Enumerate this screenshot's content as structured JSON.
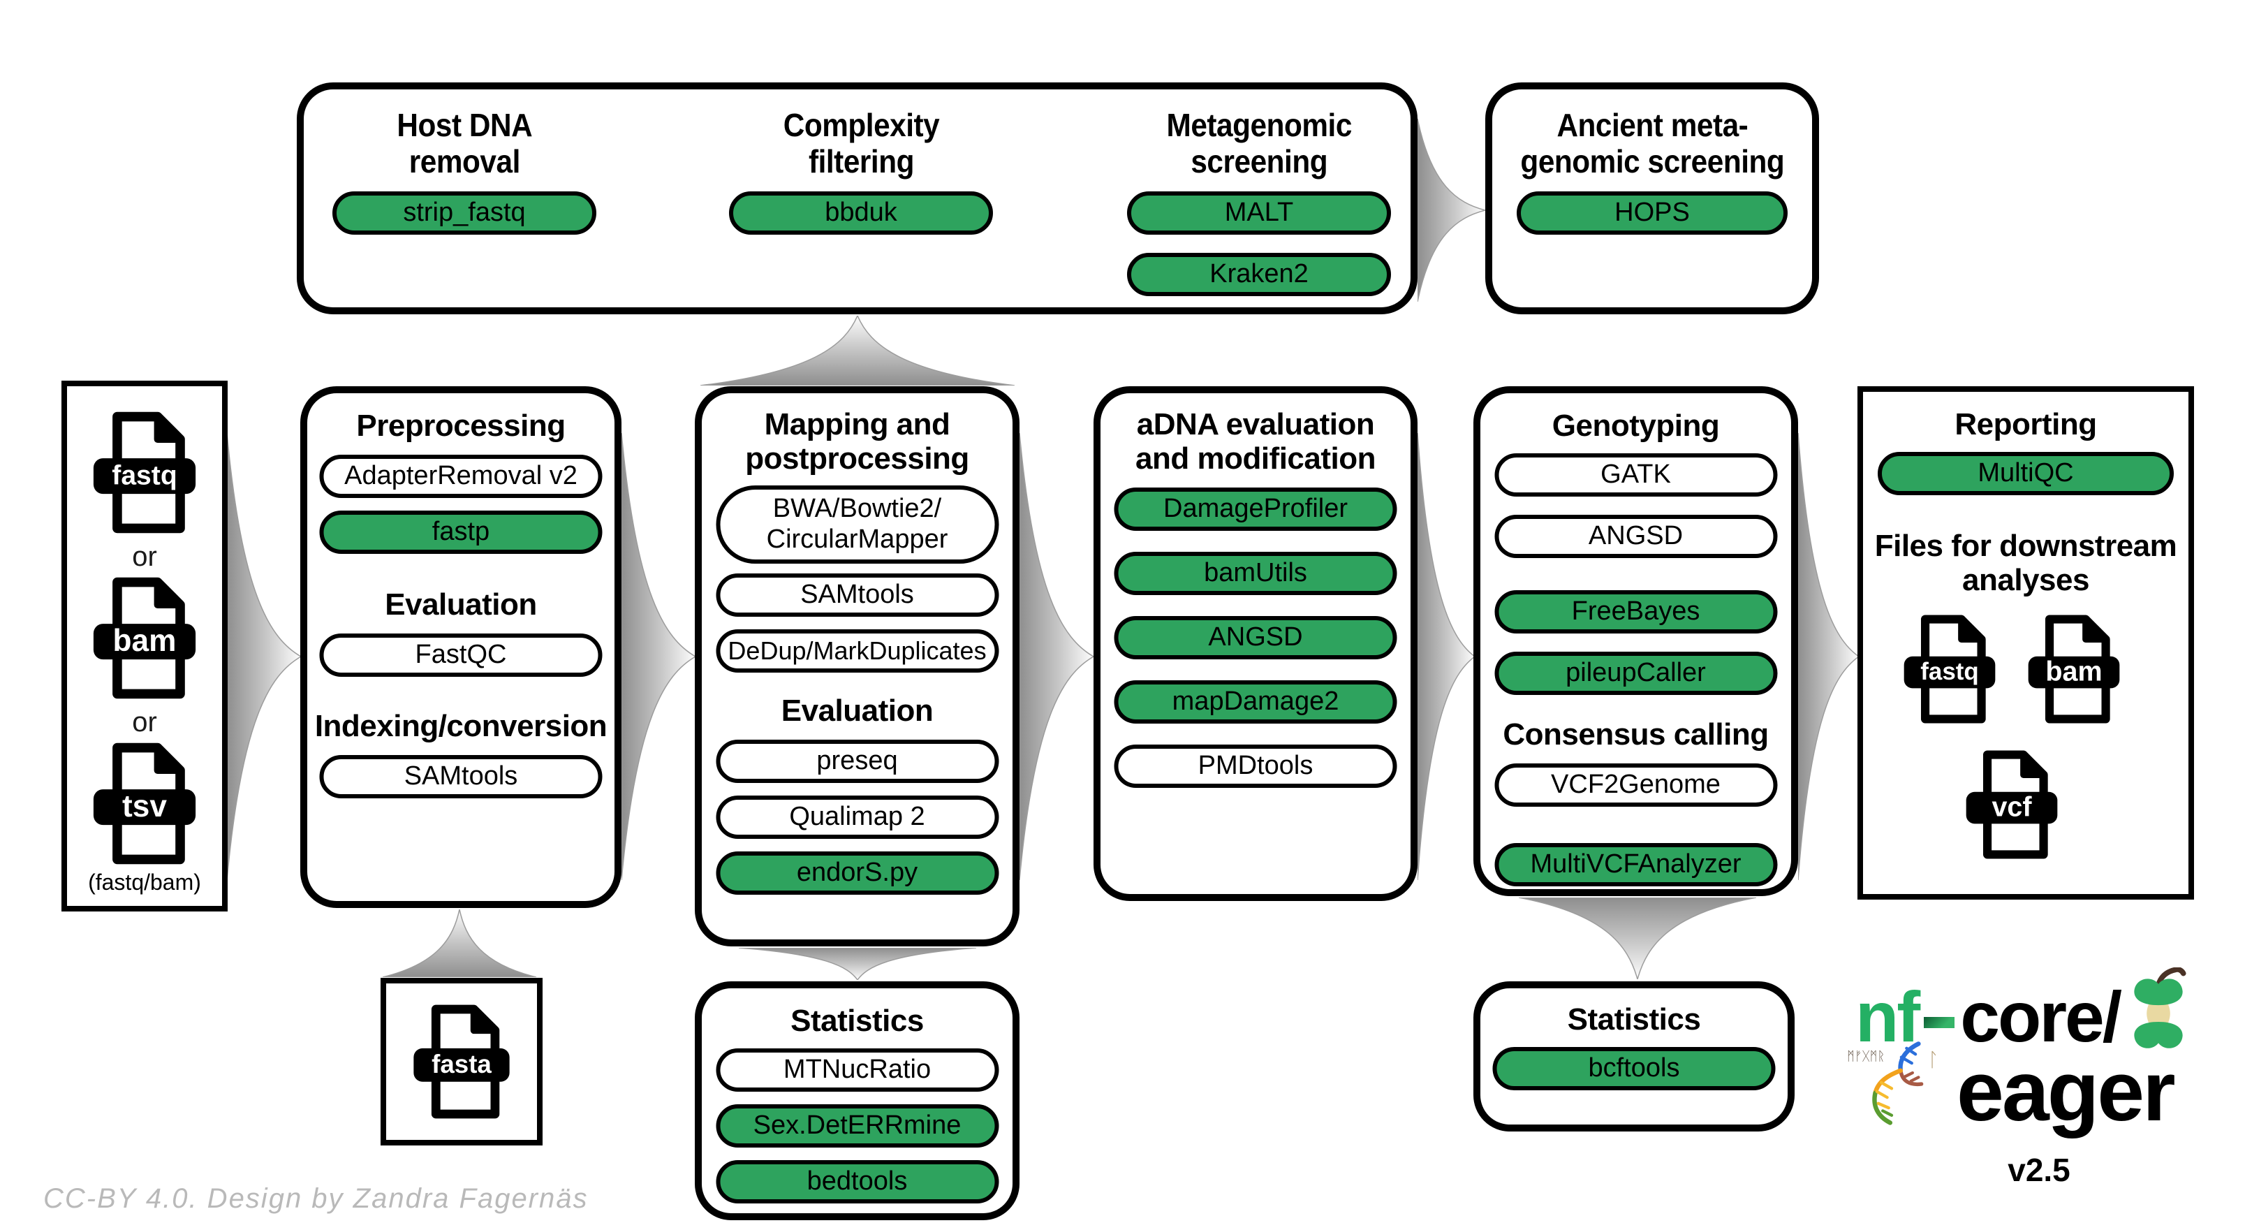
{
  "colors": {
    "tool_green": "#2ea35e",
    "logo_green": "#24b064",
    "arrow_gray": "#8e8e8e",
    "credit_gray": "#b9b9b9"
  },
  "top_box": {
    "host": {
      "title": "Host DNA\nremoval",
      "tool": "strip_fastq"
    },
    "complexity": {
      "title": "Complexity\nfiltering",
      "tool": "bbduk"
    },
    "metagenomic": {
      "title": "Metagenomic\nscreening",
      "tool1": "MALT",
      "tool2": "Kraken2"
    }
  },
  "ancient": {
    "title": "Ancient meta-\ngenomic screening",
    "tool": "HOPS"
  },
  "input": {
    "file1": "fastq",
    "or1": "or",
    "file2": "bam",
    "or2": "or",
    "file3": "tsv",
    "caption": "(fastq/bam)"
  },
  "preprocessing": {
    "title": "Preprocessing",
    "tool1": "AdapterRemoval v2",
    "tool2": "fastp",
    "eval_title": "Evaluation",
    "tool3": "FastQC",
    "index_title": "Indexing/conversion",
    "tool4": "SAMtools"
  },
  "mapping": {
    "title": "Mapping and\npostprocessing",
    "tool1": "BWA/Bowtie2/\nCircularMapper",
    "tool2": "SAMtools",
    "tool3": "DeDup/MarkDuplicates",
    "eval_title": "Evaluation",
    "tool4": "preseq",
    "tool5": "Qualimap 2",
    "tool6": "endorS.py"
  },
  "adna": {
    "title": "aDNA evaluation\nand modification",
    "tool1": "DamageProfiler",
    "tool2": "bamUtils",
    "tool3": "ANGSD",
    "tool4": "mapDamage2",
    "tool5": "PMDtools"
  },
  "genotyping": {
    "title": "Genotyping",
    "tool1": "GATK",
    "tool2": "ANGSD",
    "tool3": "FreeBayes",
    "tool4": "pileupCaller",
    "consensus_title": "Consensus calling",
    "tool5": "VCF2Genome",
    "tool6": "MultiVCFAnalyzer"
  },
  "reporting": {
    "title": "Reporting",
    "tool1": "MultiQC",
    "downstream_title": "Files for downstream\nanalyses",
    "file1": "fastq",
    "file2": "bam",
    "file3": "vcf"
  },
  "statistics_mid": {
    "title": "Statistics",
    "tool1": "MTNucRatio",
    "tool2": "Sex.DetERRmine",
    "tool3": "bedtools"
  },
  "statistics_right": {
    "title": "Statistics",
    "tool1": "bcftools"
  },
  "fasta_box": {
    "file": "fasta"
  },
  "logo": {
    "nf": "nf",
    "core": "core/",
    "name": "eager",
    "version": "v2.5",
    "runes": "ᛗᚠᚷᛗᚱ",
    "rune_l": "ᛚ"
  },
  "credit": "CC-BY 4.0. Design by Zandra Fagernäs"
}
